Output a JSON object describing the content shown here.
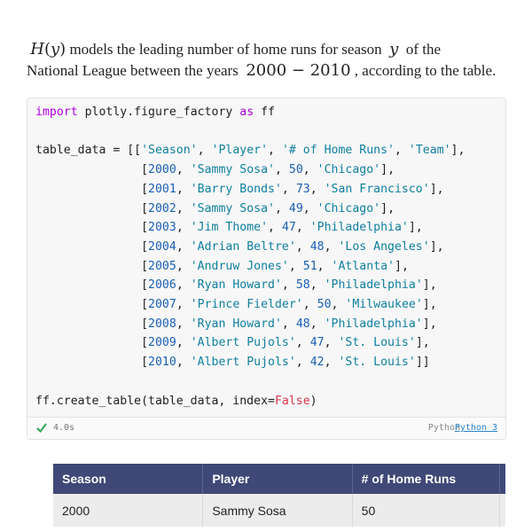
{
  "intro": {
    "func_name": "H",
    "func_arg": "y",
    "text1": "models the leading number of home runs for season",
    "var": "y",
    "text2": "of the",
    "text3": "National League between the years",
    "range_start": "2000",
    "range_dash": "−",
    "range_end": "2010",
    "text4": ", according to the table."
  },
  "code": {
    "kw_import": "import",
    "module": "plotly.figure_factory",
    "kw_as": "as",
    "alias": "ff",
    "assign": "table_data = [[",
    "headers": [
      "'Season'",
      "'Player'",
      "'# of Home Runs'",
      "'Team'"
    ],
    "rows": [
      [
        "2000",
        "'Sammy Sosa'",
        "50",
        "'Chicago'"
      ],
      [
        "2001",
        "'Barry Bonds'",
        "73",
        "'San Francisco'"
      ],
      [
        "2002",
        "'Sammy Sosa'",
        "49",
        "'Chicago'"
      ],
      [
        "2003",
        "'Jim Thome'",
        "47",
        "'Philadelphia'"
      ],
      [
        "2004",
        "'Adrian Beltre'",
        "48",
        "'Los Angeles'"
      ],
      [
        "2005",
        "'Andruw Jones'",
        "51",
        "'Atlanta'"
      ],
      [
        "2006",
        "'Ryan Howard'",
        "58",
        "'Philadelphia'"
      ],
      [
        "2007",
        "'Prince Fielder'",
        "50",
        "'Milwaukee'"
      ],
      [
        "2008",
        "'Ryan Howard'",
        "48",
        "'Philadelphia'"
      ],
      [
        "2009",
        "'Albert Pujols'",
        "47",
        "'St. Louis'"
      ],
      [
        "2010",
        "'Albert Pujols'",
        "42",
        "'St. Louis'"
      ]
    ],
    "call_prefix": "ff.create_table(table_data, index=",
    "kwarg_value": "False",
    "call_suffix": ")"
  },
  "status": {
    "exec_time": "4.0s",
    "language": "Python",
    "kernel": "Python 3"
  },
  "output_table": {
    "headers": [
      "Season",
      "Player",
      "# of Home Runs"
    ],
    "rows": [
      [
        "2000",
        "Sammy Sosa",
        "50"
      ]
    ]
  }
}
